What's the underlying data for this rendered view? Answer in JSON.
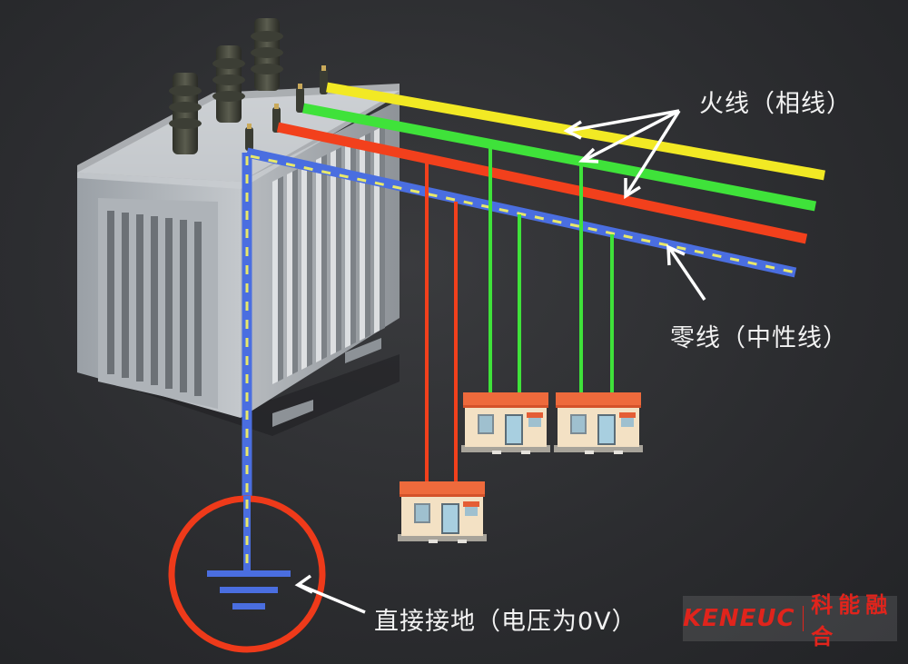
{
  "labels": {
    "live_wire": "火线（相线）",
    "neutral_wire": "零线（中性线）",
    "grounding": "直接接地（电压为0V）"
  },
  "logo": {
    "brand": "KENEUC",
    "chinese": "科能融合"
  },
  "colors": {
    "background": "#2c2d30",
    "phase_yellow": "#f2e924",
    "phase_green": "#3fe23a",
    "phase_red": "#f2401c",
    "neutral_blue": "#4a6ee0",
    "neutral_dash": "#e8e86a",
    "ground_circle": "#ee3a1a",
    "ground_symbol": "#4a6ee0",
    "logo_red": "#e0241c"
  },
  "icons": {
    "transformer": "transformer-icon",
    "house": "house-icon",
    "ground": "ground-symbol-icon"
  }
}
